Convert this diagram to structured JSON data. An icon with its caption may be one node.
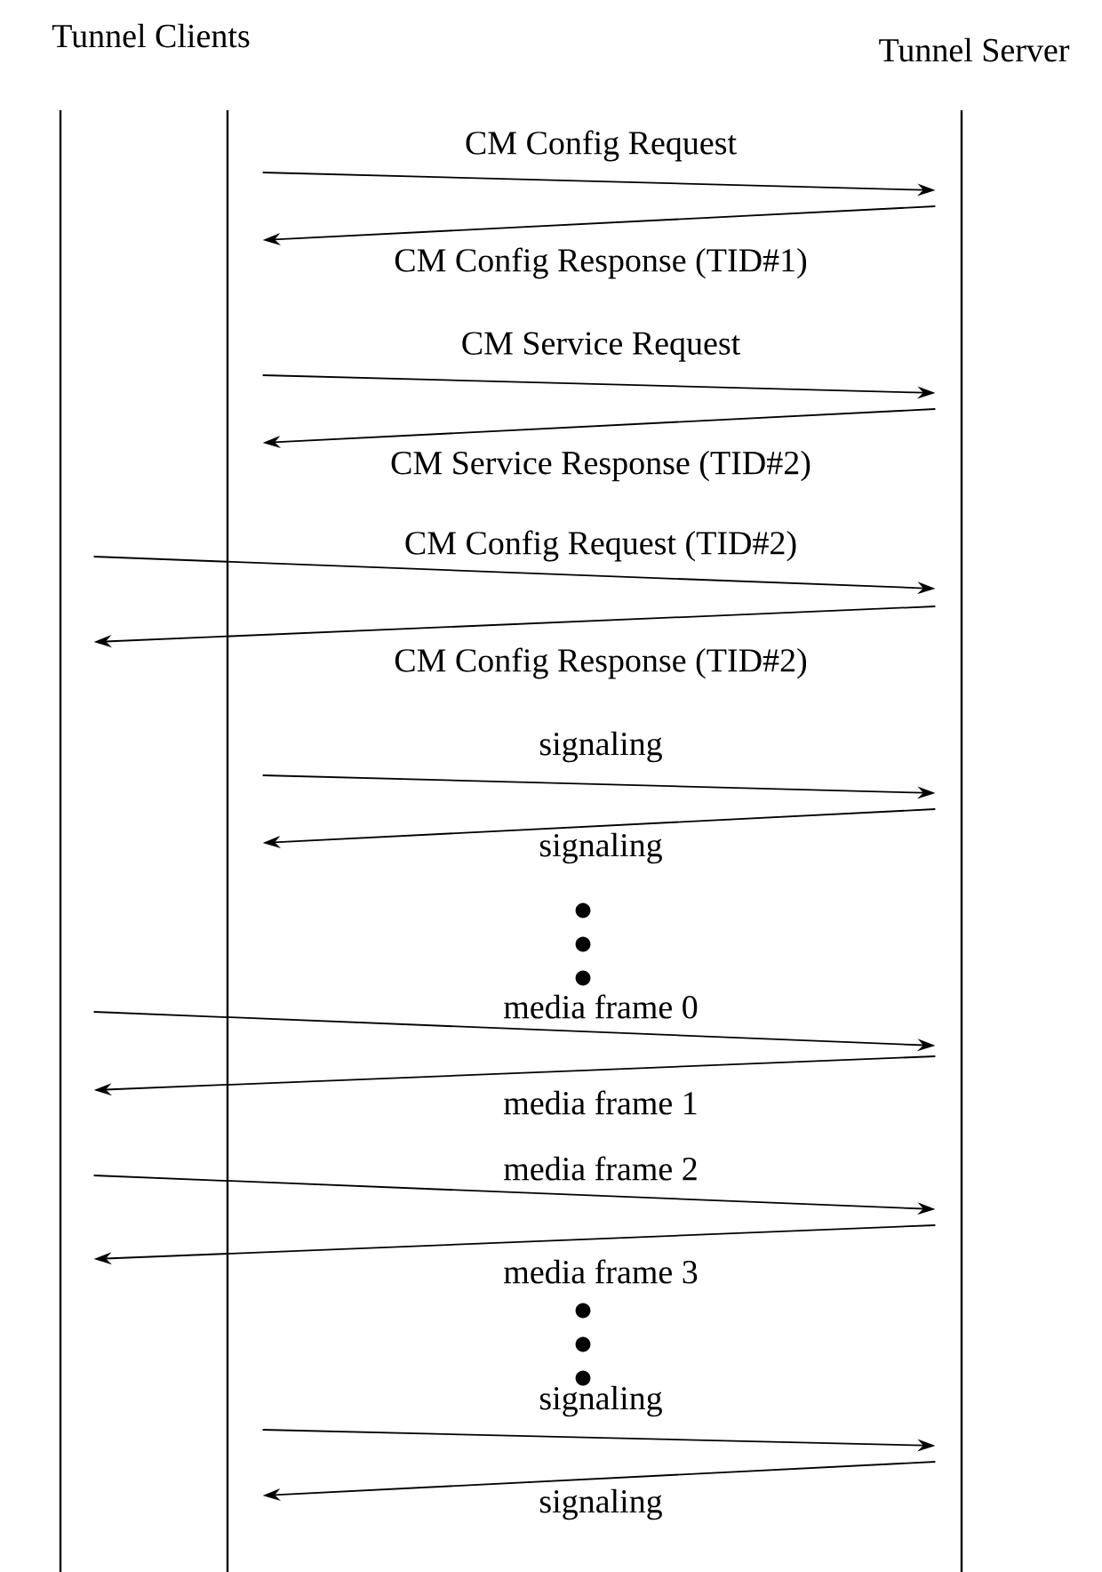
{
  "diagram": {
    "nodes": [
      {
        "text": [
          "Tunnel Clients"
        ]
      },
      {
        "text": [
          "Tunnel Server"
        ]
      },
      {
        "text": [],
        "shape": "bar"
      },
      {
        "text": [],
        "shape": "bar"
      },
      {
        "text": [],
        "shape": "bar"
      }
    ],
    "edges": [
      {
        "from": 3,
        "to": 4,
        "arrow": "to",
        "label": "CM Config Request"
      },
      {
        "from": 4,
        "to": 3,
        "arrow": "to",
        "label": "CM Config Response (TID#1)"
      },
      {
        "from": 3,
        "to": 4,
        "arrow": "to",
        "label": "CM Service Request"
      },
      {
        "from": 4,
        "to": 3,
        "arrow": "to",
        "label": "CM Service Response (TID#2)"
      },
      {
        "from": 2,
        "to": 4,
        "arrow": "to",
        "label": "CM Config Request (TID#2)"
      },
      {
        "from": 4,
        "to": 2,
        "arrow": "to",
        "label": "CM Config Response (TID#2)"
      },
      {
        "from": 3,
        "to": 4,
        "arrow": "to",
        "label": "signaling"
      },
      {
        "from": 4,
        "to": 3,
        "arrow": "to",
        "label": "signaling"
      },
      {
        "from": 2,
        "to": 4,
        "arrow": "to",
        "label": "media frame 0"
      },
      {
        "from": 4,
        "to": 2,
        "arrow": "to",
        "label": "media frame 1"
      },
      {
        "from": 2,
        "to": 4,
        "arrow": "to",
        "label": "media frame 2"
      },
      {
        "from": 4,
        "to": 2,
        "arrow": "to",
        "label": "media frame 3"
      },
      {
        "from": 3,
        "to": 4,
        "arrow": "to",
        "label": "signaling"
      },
      {
        "from": 4,
        "to": 3,
        "arrow": "to",
        "label": "signaling"
      }
    ]
  }
}
